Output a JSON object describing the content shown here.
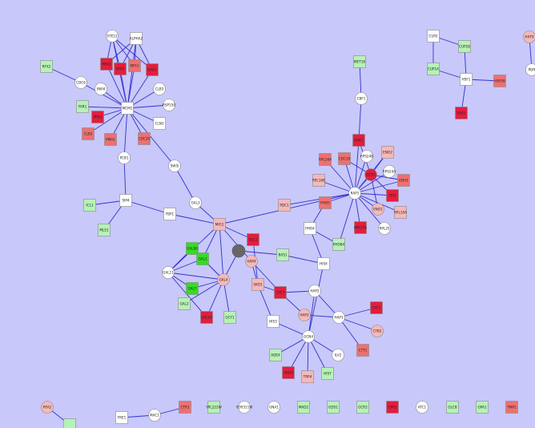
{
  "colors": {
    "background": "#c8c8fa",
    "edge": "#3333cc",
    "white": "#ffffff",
    "pink": "#f6b8b8",
    "salmon": "#ee7070",
    "red": "#e51d3d",
    "lightgreen": "#b6f2b6",
    "green": "#33dd22",
    "gray": "#666666"
  },
  "nodes": {
    "STE12": {
      "label": "STE12",
      "shape": "c",
      "color": "white"
    },
    "ALPHA2": {
      "label": "ALPHA2",
      "shape": "s",
      "color": "white"
    },
    "MFA2": {
      "label": "MFA2",
      "shape": "s",
      "color": "red"
    },
    "STE2": {
      "label": "STE2",
      "shape": "s",
      "color": "red"
    },
    "MFA1": {
      "label": "MFA1",
      "shape": "s",
      "color": "salmon"
    },
    "SAG1": {
      "label": "SAG1",
      "shape": "s",
      "color": "red"
    },
    "RFX2": {
      "label": "RFX2",
      "shape": "s",
      "color": "lightgreen"
    },
    "CDC6": {
      "label": "CDC6",
      "shape": "c",
      "color": "white"
    },
    "SWI4": {
      "label": "SWI4",
      "shape": "c",
      "color": "white"
    },
    "CLB3": {
      "label": "CLB3",
      "shape": "c",
      "color": "white"
    },
    "FAR1": {
      "label": "FAR1",
      "shape": "s",
      "color": "lightgreen"
    },
    "MCM1": {
      "label": "MCM1",
      "shape": "s",
      "color": "white"
    },
    "RSP150": {
      "label": "RSP150",
      "shape": "c",
      "color": "white"
    },
    "PRR1": {
      "label": "PRR1",
      "shape": "s",
      "color": "red"
    },
    "CLN3": {
      "label": "CLN3",
      "shape": "s",
      "color": "white"
    },
    "CLB2": {
      "label": "CLB2",
      "shape": "s",
      "color": "salmon"
    },
    "PMA1": {
      "label": "PMA1",
      "shape": "s",
      "color": "salmon"
    },
    "CDC20": {
      "label": "CDC20",
      "shape": "s",
      "color": "salmon"
    },
    "PCB1": {
      "label": "PCB1",
      "shape": "c",
      "color": "white"
    },
    "SWI5": {
      "label": "SWI5",
      "shape": "c",
      "color": "white"
    },
    "SIP4": {
      "label": "SIP4",
      "shape": "s",
      "color": "white"
    },
    "ICL1": {
      "label": "ICL1",
      "shape": "s",
      "color": "lightgreen"
    },
    "MLS1": {
      "label": "MLS1",
      "shape": "s",
      "color": "lightgreen"
    },
    "GAL3": {
      "label": "GAL3",
      "shape": "c",
      "color": "white"
    },
    "FBP1": {
      "label": "FBP1",
      "shape": "s",
      "color": "white"
    },
    "MIG1": {
      "label": "MIG1",
      "shape": "s",
      "color": "pink"
    },
    "GAL80": {
      "label": "GAL80",
      "shape": "s",
      "color": "green"
    },
    "GAL1": {
      "label": "GAL1",
      "shape": "s",
      "color": "green"
    },
    "GAL11": {
      "label": "GAL11",
      "shape": "c",
      "color": "white"
    },
    "GAL7": {
      "label": "GAL7",
      "shape": "s",
      "color": "green"
    },
    "GAL4": {
      "label": "GAL4",
      "shape": "c",
      "color": "pink"
    },
    "GAL2": {
      "label": "GAL2",
      "shape": "s",
      "color": "lightgreen"
    },
    "GAL10": {
      "label": "GAL10",
      "shape": "s",
      "color": "red"
    },
    "GCY1": {
      "label": "GCY1",
      "shape": "s",
      "color": "lightgreen"
    },
    "SUC2": {
      "label": "SUC2",
      "shape": "s",
      "color": "red"
    },
    "HAP4": {
      "label": "HAP4",
      "shape": "c",
      "color": "pink"
    },
    "SKO1": {
      "label": "SKO1",
      "shape": "s",
      "color": "pink"
    },
    "CYC7": {
      "label": "CYC7",
      "shape": "s",
      "color": "red"
    },
    "HAP2": {
      "label": "HAP2",
      "shape": "c",
      "color": "white"
    },
    "HAP3": {
      "label": "HAP3",
      "shape": "c",
      "color": "pink"
    },
    "HIS3": {
      "label": "HIS3",
      "shape": "s",
      "color": "white"
    },
    "GCN4": {
      "label": "GCN4",
      "shape": "c",
      "color": "white"
    },
    "HAP1": {
      "label": "HAP1",
      "shape": "c",
      "color": "white"
    },
    "CYC1": {
      "label": "CYC1",
      "shape": "s",
      "color": "red"
    },
    "CYB2": {
      "label": "CYB2",
      "shape": "c",
      "color": "pink"
    },
    "CTT1": {
      "label": "CTT1",
      "shape": "s",
      "color": "salmon"
    },
    "ADE4": {
      "label": "ADE4",
      "shape": "s",
      "color": "lightgreen"
    },
    "ARO3": {
      "label": "ARO3",
      "shape": "s",
      "color": "red"
    },
    "TRP4": {
      "label": "TRP4",
      "shape": "s",
      "color": "pink"
    },
    "HIS7": {
      "label": "HIS7",
      "shape": "s",
      "color": "lightgreen"
    },
    "ILV2": {
      "label": "ILV2",
      "shape": "c",
      "color": "white"
    },
    "BAS1": {
      "label": "BAS1",
      "shape": "s",
      "color": "lightgreen"
    },
    "HIS4": {
      "label": "HIS4",
      "shape": "s",
      "color": "white"
    },
    "PHO4": {
      "label": "PHO4",
      "shape": "s",
      "color": "white"
    },
    "PHO84": {
      "label": "PHO84",
      "shape": "s",
      "color": "lightgreen"
    },
    "PHO5": {
      "label": "PHO5",
      "shape": "s",
      "color": "salmon"
    },
    "PDC1": {
      "label": "PDC1",
      "shape": "s",
      "color": "pink"
    },
    "RAP1": {
      "label": "RAP1",
      "shape": "c",
      "color": "white"
    },
    "MET16": {
      "label": "MET16",
      "shape": "s",
      "color": "lightgreen"
    },
    "CBF1": {
      "label": "CBF1",
      "shape": "c",
      "color": "white"
    },
    "PGK1": {
      "label": "PGK1",
      "shape": "s",
      "color": "red"
    },
    "RPL16A": {
      "label": "RPL16A",
      "shape": "s",
      "color": "salmon"
    },
    "CDC19": {
      "label": "CDC19",
      "shape": "s",
      "color": "salmon"
    },
    "RPS24B": {
      "label": "RPS24B",
      "shape": "c",
      "color": "white"
    },
    "ENO2": {
      "label": "ENO2",
      "shape": "s",
      "color": "pink"
    },
    "RPL16B": {
      "label": "RPL16B",
      "shape": "s",
      "color": "pink"
    },
    "GCR1": {
      "label": "GCR1",
      "shape": "c",
      "color": "red"
    },
    "RPS24A": {
      "label": "RPS24A",
      "shape": "c",
      "color": "white"
    },
    "ADH1": {
      "label": "ADH1",
      "shape": "s",
      "color": "salmon"
    },
    "TPI1": {
      "label": "TPI1",
      "shape": "s",
      "color": "red"
    },
    "ENO1": {
      "label": "ENO1",
      "shape": "c",
      "color": "pink"
    },
    "RPL10A": {
      "label": "RPL10A",
      "shape": "s",
      "color": "pink"
    },
    "RPS17A": {
      "label": "RPS17A",
      "shape": "s",
      "color": "red"
    },
    "RPL25": {
      "label": "RPL25",
      "shape": "c",
      "color": "white"
    },
    "CUP2": {
      "label": "CUP2",
      "shape": "s",
      "color": "white"
    },
    "CUP1B": {
      "label": "CUP1B",
      "shape": "s",
      "color": "lightgreen"
    },
    "CUP1A": {
      "label": "CUP1A",
      "shape": "s",
      "color": "lightgreen"
    },
    "HSF1": {
      "label": "HSF1",
      "shape": "s",
      "color": "white"
    },
    "HSP26": {
      "label": "HSP26",
      "shape": "s",
      "color": "salmon"
    },
    "SSA1": {
      "label": "SSA1",
      "shape": "s",
      "color": "red"
    },
    "HXT9": {
      "label": "HXT9",
      "shape": "c",
      "color": "pink"
    },
    "PDR": {
      "label": "PDR",
      "shape": "c",
      "color": "white"
    },
    "DOT": {
      "label": "",
      "shape": "dot",
      "color": "gray"
    },
    "RFA2": {
      "label": "RFA2",
      "shape": "c",
      "color": "pink"
    },
    "ENB": {
      "label": "",
      "shape": "s",
      "color": "lightgreen"
    },
    "FRE1": {
      "label": "FRE1",
      "shape": "s",
      "color": "white"
    },
    "MAC1": {
      "label": "MAC1",
      "shape": "c",
      "color": "white"
    },
    "CTR1": {
      "label": "CTR1",
      "shape": "s",
      "color": "salmon"
    },
    "YPL222W": {
      "label": "YPL222W",
      "shape": "s",
      "color": "lightgreen"
    },
    "YDR311W": {
      "label": "YDR311W",
      "shape": "c",
      "color": "white"
    },
    "GNA1": {
      "label": "GNA1",
      "shape": "c",
      "color": "white"
    },
    "MAD2": {
      "label": "MAD2",
      "shape": "s",
      "color": "lightgreen"
    },
    "GDS1": {
      "label": "GDS1",
      "shape": "s",
      "color": "lightgreen"
    },
    "GCR2": {
      "label": "GCR2",
      "shape": "s",
      "color": "lightgreen"
    },
    "CPA2": {
      "label": "CPA2",
      "shape": "s",
      "color": "red"
    },
    "ATC1": {
      "label": "ATC1",
      "shape": "c",
      "color": "white"
    },
    "GLC8": {
      "label": "GLC8",
      "shape": "s",
      "color": "lightgreen"
    },
    "GPA1": {
      "label": "GPA1",
      "shape": "s",
      "color": "lightgreen"
    },
    "TMP1": {
      "label": "TMP1",
      "shape": "s",
      "color": "salmon"
    }
  },
  "edges": [
    [
      "STE12",
      "MFA2"
    ],
    [
      "STE12",
      "STE2"
    ],
    [
      "STE12",
      "MFA1"
    ],
    [
      "STE12",
      "SAG1"
    ],
    [
      "STE12",
      "MCM1"
    ],
    [
      "ALPHA2",
      "MFA2"
    ],
    [
      "ALPHA2",
      "STE2"
    ],
    [
      "ALPHA2",
      "MFA1"
    ],
    [
      "ALPHA2",
      "SAG1"
    ],
    [
      "ALPHA2",
      "MCM1"
    ],
    [
      "MCM1",
      "MFA2"
    ],
    [
      "MCM1",
      "STE2"
    ],
    [
      "MCM1",
      "MFA1"
    ],
    [
      "MCM1",
      "SAG1"
    ],
    [
      "RFX2",
      "CDC6"
    ],
    [
      "CDC6",
      "MCM1"
    ],
    [
      "SWI4",
      "MCM1"
    ],
    [
      "CLB3",
      "MCM1"
    ],
    [
      "FAR1",
      "MCM1"
    ],
    [
      "RSP150",
      "MCM1"
    ],
    [
      "PRR1",
      "MCM1"
    ],
    [
      "CLN3",
      "MCM1"
    ],
    [
      "CLB2",
      "MCM1"
    ],
    [
      "PMA1",
      "MCM1"
    ],
    [
      "CDC20",
      "MCM1"
    ],
    [
      "PCB1",
      "MCM1"
    ],
    [
      "SWI5",
      "MCM1"
    ],
    [
      "PCB1",
      "SIP4"
    ],
    [
      "SIP4",
      "ICL1"
    ],
    [
      "SIP4",
      "MLS1"
    ],
    [
      "SIP4",
      "FBP1"
    ],
    [
      "SWI5",
      "GAL3"
    ],
    [
      "MIG1",
      "FBP1"
    ],
    [
      "MIG1",
      "GAL3"
    ],
    [
      "MIG1",
      "GAL1"
    ],
    [
      "MIG1",
      "GAL4"
    ],
    [
      "MIG1",
      "SUC2"
    ],
    [
      "MIG1",
      "RAP1"
    ],
    [
      "MIG1",
      "HAP4"
    ],
    [
      "MIG1",
      "GAL11"
    ],
    [
      "GAL4",
      "GAL80"
    ],
    [
      "GAL4",
      "GAL1"
    ],
    [
      "GAL4",
      "GAL7"
    ],
    [
      "GAL4",
      "GAL2"
    ],
    [
      "GAL4",
      "GAL10"
    ],
    [
      "GAL4",
      "GCY1"
    ],
    [
      "GAL4",
      "GAL11"
    ],
    [
      "GAL4",
      "DOT"
    ],
    [
      "GAL11",
      "GAL1"
    ],
    [
      "GAL11",
      "GAL7"
    ],
    [
      "GAL11",
      "GAL80"
    ],
    [
      "GAL11",
      "GAL10"
    ],
    [
      "SUC2",
      "SKO1"
    ],
    [
      "HAP4",
      "CYC7"
    ],
    [
      "HAP4",
      "SKO1"
    ],
    [
      "SKO1",
      "CYC7"
    ],
    [
      "SKO1",
      "HIS3"
    ],
    [
      "CYC7",
      "HAP2"
    ],
    [
      "CYC7",
      "HAP3"
    ],
    [
      "HAP2",
      "HAP1"
    ],
    [
      "HAP3",
      "HAP1"
    ],
    [
      "HAP2",
      "GCN4"
    ],
    [
      "HAP1",
      "CYC1"
    ],
    [
      "HAP1",
      "CYB2"
    ],
    [
      "HAP1",
      "CTT1"
    ],
    [
      "GCN4",
      "HIS3"
    ],
    [
      "GCN4",
      "ADE4"
    ],
    [
      "GCN4",
      "ARO3"
    ],
    [
      "GCN4",
      "TRP4"
    ],
    [
      "GCN4",
      "HIS7"
    ],
    [
      "GCN4",
      "ILV2"
    ],
    [
      "GCN4",
      "HIS4"
    ],
    [
      "BAS1",
      "HIS4"
    ],
    [
      "BAS1",
      "DOT"
    ],
    [
      "PHO4",
      "HIS4"
    ],
    [
      "PHO4",
      "PHO84"
    ],
    [
      "PHO4",
      "PHO5"
    ],
    [
      "RAP1",
      "PDC1"
    ],
    [
      "RAP1",
      "PHO5"
    ],
    [
      "RAP1",
      "PGK1"
    ],
    [
      "RAP1",
      "RPL16A"
    ],
    [
      "RAP1",
      "CDC19"
    ],
    [
      "RAP1",
      "RPS24B"
    ],
    [
      "RAP1",
      "ENO2"
    ],
    [
      "RAP1",
      "RPL16B"
    ],
    [
      "RAP1",
      "GCR1"
    ],
    [
      "RAP1",
      "RPS24A"
    ],
    [
      "RAP1",
      "ADH1"
    ],
    [
      "RAP1",
      "TPI1"
    ],
    [
      "RAP1",
      "ENO1"
    ],
    [
      "RAP1",
      "RPL10A"
    ],
    [
      "RAP1",
      "RPS17A"
    ],
    [
      "RAP1",
      "RPL25"
    ],
    [
      "RAP1",
      "PHO84"
    ],
    [
      "GCR1",
      "PGK1"
    ],
    [
      "GCR1",
      "CDC19"
    ],
    [
      "GCR1",
      "ENO2"
    ],
    [
      "GCR1",
      "TPI1"
    ],
    [
      "GCR1",
      "ADH1"
    ],
    [
      "GCR1",
      "ENO1"
    ],
    [
      "MET16",
      "CBF1"
    ],
    [
      "CBF1",
      "PGK1"
    ],
    [
      "CUP2",
      "CUP1B"
    ],
    [
      "CUP2",
      "CUP1A"
    ],
    [
      "CUP1B",
      "HSF1"
    ],
    [
      "CUP1A",
      "HSF1"
    ],
    [
      "HSF1",
      "HSP26"
    ],
    [
      "HSF1",
      "SSA1"
    ],
    [
      "HXT9",
      "PDR"
    ],
    [
      "FRE1",
      "MAC1"
    ],
    [
      "MAC1",
      "CTR1"
    ],
    [
      "RFA2",
      "ENB"
    ]
  ]
}
